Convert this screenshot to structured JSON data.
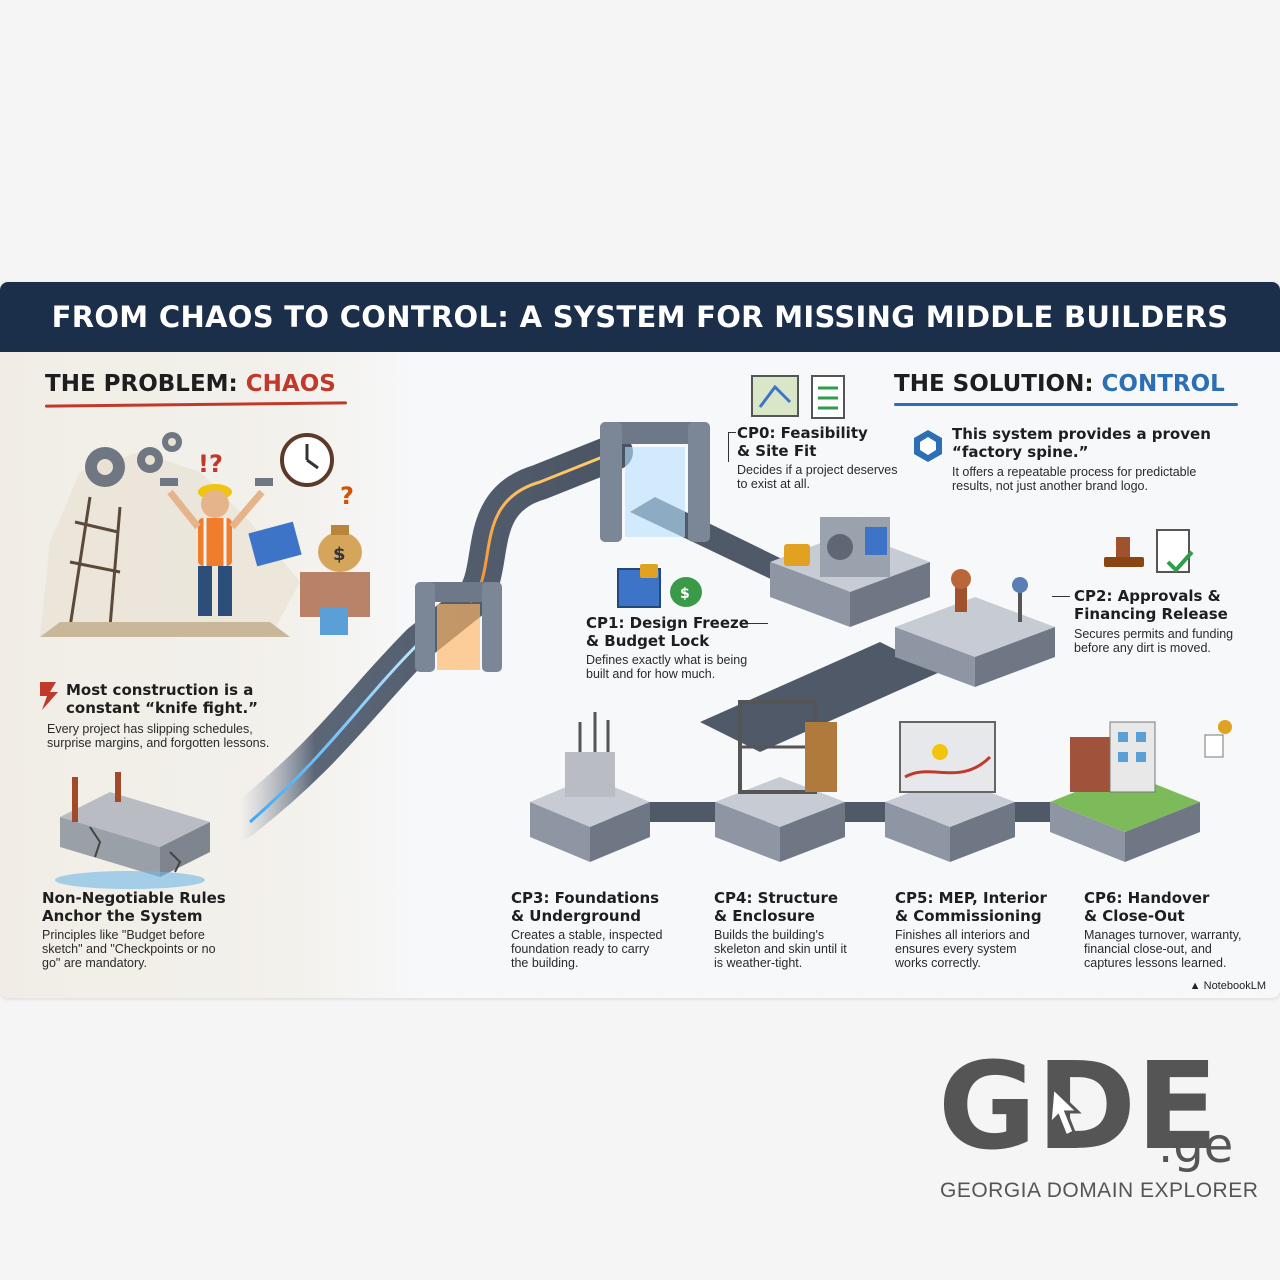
{
  "title": "FROM CHAOS TO CONTROL: A SYSTEM FOR MISSING MIDDLE BUILDERS",
  "problem": {
    "heading_prefix": "THE PROBLEM: ",
    "heading_accent": "CHAOS",
    "point1_title_line1": "Most construction is a",
    "point1_title_line2": "constant “knife fight.”",
    "point1_desc_line1": "Every project has slipping schedules,",
    "point1_desc_line2": "surprise margins, and forgotten lessons.",
    "point2_title_line1": "Non-Negotiable Rules",
    "point2_title_line2": "Anchor the System",
    "point2_desc_line1": "Principles like \"Budget before",
    "point2_desc_line2": "sketch\" and \"Checkpoints or no",
    "point2_desc_line3": "go\" are mandatory."
  },
  "solution": {
    "heading_prefix": "THE SOLUTION: ",
    "heading_accent": "CONTROL",
    "point_title_line1": "This system provides a proven",
    "point_title_line2": "“factory spine.”",
    "point_desc_line1": "It offers a repeatable process for predictable",
    "point_desc_line2": "results, not just another brand logo."
  },
  "checkpoints": [
    {
      "title_line1": "CP0: Feasibility",
      "title_line2": "& Site Fit",
      "desc_line1": "Decides if a project deserves",
      "desc_line2": "to exist at all.",
      "desc_line3": ""
    },
    {
      "title_line1": "CP1: Design Freeze",
      "title_line2": "& Budget Lock",
      "desc_line1": "Defines exactly what is being",
      "desc_line2": "built and for how much.",
      "desc_line3": ""
    },
    {
      "title_line1": "CP2: Approvals &",
      "title_line2": "Financing Release",
      "desc_line1": "Secures permits and funding",
      "desc_line2": "before any dirt is moved.",
      "desc_line3": ""
    },
    {
      "title_line1": "CP3: Foundations",
      "title_line2": "& Underground",
      "desc_line1": "Creates a stable, inspected",
      "desc_line2": "foundation ready to carry",
      "desc_line3": "the building."
    },
    {
      "title_line1": "CP4: Structure",
      "title_line2": "& Enclosure",
      "desc_line1": "Builds the building's",
      "desc_line2": "skeleton and skin until it",
      "desc_line3": "is weather-tight."
    },
    {
      "title_line1": "CP5: MEP, Interior",
      "title_line2": "& Commissioning",
      "desc_line1": "Finishes all interiors and",
      "desc_line2": "ensures every system",
      "desc_line3": "works correctly."
    },
    {
      "title_line1": "CP6: Handover",
      "title_line2": "& Close-Out",
      "desc_line1": "Manages turnover, warranty,",
      "desc_line2": "financial close-out, and",
      "desc_line3": "captures lessons learned."
    }
  ],
  "badge": "NotebookLM",
  "logo": {
    "word": "GDE",
    "suffix": ".ge",
    "subtitle": "GEORGIA DOMAIN EXPLORER"
  },
  "colors": {
    "header_bg": "#1c2f4a",
    "problem_accent": "#c0392b",
    "solution_accent": "#2d6fb5",
    "energy_orange": "#f28c28",
    "energy_blue": "#3fa9f5",
    "logo_gray": "#555555",
    "logo_blue": "#1a73e8"
  },
  "icons": [
    "gear-icon",
    "hammer-icon",
    "clock-icon",
    "money-bag-icon",
    "lightning-warning-icon",
    "cracked-foundation-icon",
    "hexagon-icon",
    "map-icon",
    "checklist-icon",
    "padlock-icon",
    "blueprint-icon",
    "stamp-icon",
    "document-check-icon",
    "keys-icon",
    "cursor-arrow-icon",
    "notebooklm-icon"
  ]
}
